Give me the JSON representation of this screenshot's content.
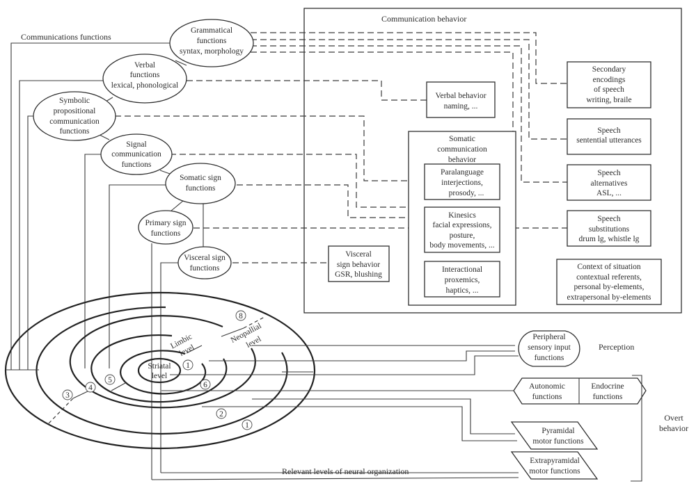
{
  "labels": {
    "communications_functions": "Communications functions",
    "communication_behavior": "Communication behavior",
    "relevant_levels": "Relevant levels of neural organization",
    "perception": "Perception",
    "overt_behavior": [
      "Overt",
      "behavior"
    ]
  },
  "ellipse_nodes": {
    "grammatical": [
      "Grammatical",
      "functions",
      "syntax, morphology"
    ],
    "verbal": [
      "Verbal",
      "functions",
      "lexical, phonological"
    ],
    "symbolic": [
      "Symbolic",
      "propositional",
      "communication",
      "functions"
    ],
    "signal": [
      "Signal",
      "communication",
      "functions"
    ],
    "somatic_sign": [
      "Somatic sign",
      "functions"
    ],
    "primary_sign": [
      "Primary sign",
      "functions"
    ],
    "visceral_sign": [
      "Visceral sign",
      "functions"
    ]
  },
  "behavior_boxes": {
    "verbal_behavior": [
      "Verbal behavior",
      "naming, ..."
    ],
    "somatic_comm": [
      "Somatic",
      "communication",
      "behavior"
    ],
    "paralanguage": [
      "Paralanguage",
      "interjections,",
      "prosody, ..."
    ],
    "kinesics": [
      "Kinesics",
      "facial expressions,",
      "posture,",
      "body movements, ..."
    ],
    "interactional": [
      "Interactional",
      "proxemics,",
      "haptics, ..."
    ],
    "visceral_behavior": [
      "Visceral",
      "sign behavior",
      "GSR, blushing"
    ],
    "secondary_encodings": [
      "Secondary",
      "encodings",
      "of speech",
      "writing, braile"
    ],
    "speech_sentential": [
      "Speech",
      "sentential utterances"
    ],
    "speech_alternatives": [
      "Speech",
      "alternatives",
      "ASL, ..."
    ],
    "speech_substitutions": [
      "Speech",
      "substitutions",
      "drum lg, whistle lg"
    ],
    "context": [
      "Context of situation",
      "contextual referents,",
      "personal by-elements,",
      "extrapersonal by-elements"
    ]
  },
  "neural_levels": {
    "striatal": [
      "Striatal",
      "level"
    ],
    "limbic": [
      "Limbic",
      "level"
    ],
    "neopallial": [
      "Neopallial",
      "level"
    ],
    "markers": [
      "1",
      "6",
      "5",
      "4",
      "3",
      "2",
      "1",
      "8"
    ]
  },
  "output_nodes": {
    "peripheral": [
      "Peripheral",
      "sensory input",
      "functions"
    ],
    "autonomic": [
      "Autonomic",
      "functions"
    ],
    "endocrine": [
      "Endocrine",
      "functions"
    ],
    "pyramidal": [
      "Pyramidal",
      "motor functions"
    ],
    "extrapyramidal": [
      "Extrapyramidal",
      "motor functions"
    ]
  }
}
